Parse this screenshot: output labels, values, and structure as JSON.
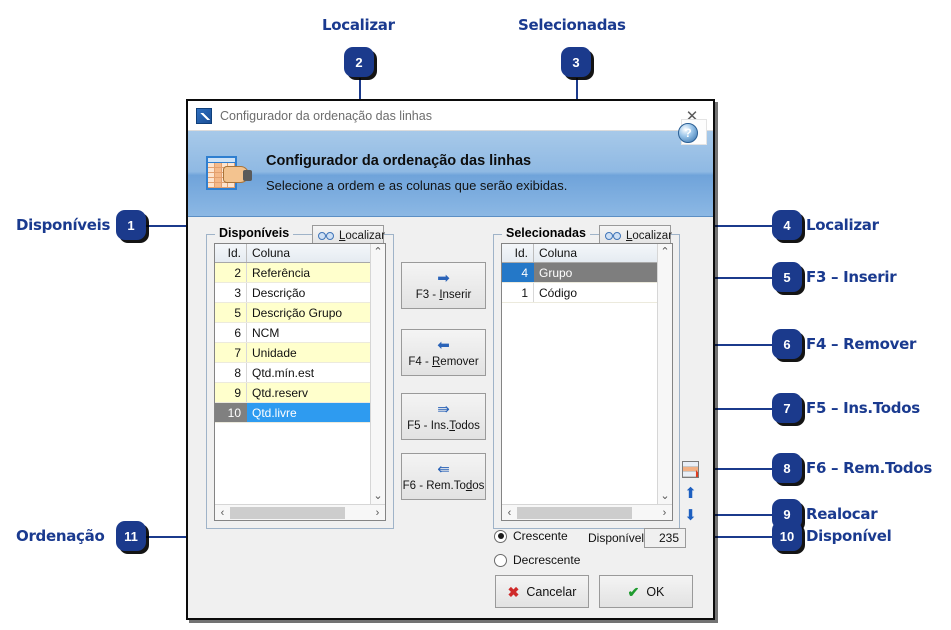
{
  "window": {
    "titlebar_text": "Configurador da ordenação das linhas",
    "title_icon": "chart-app-icon",
    "close_icon": "✕",
    "help_icon": "?"
  },
  "banner": {
    "icon": "grid-hand-icon",
    "title": "Configurador da ordenação das linhas",
    "subtitle": "Selecione a ordem e as colunas que serão exibidas."
  },
  "available": {
    "legend": "Disponíveis",
    "find_label_pre": "L",
    "find_label_post": "ocalizar",
    "find_icon": "glasses-icon",
    "columns": [
      "Id.",
      "Coluna"
    ],
    "rows": [
      {
        "id": "2",
        "col": "Referência",
        "state": "alt"
      },
      {
        "id": "3",
        "col": "Descrição",
        "state": "plain"
      },
      {
        "id": "5",
        "col": "Descrição Grupo",
        "state": "alt"
      },
      {
        "id": "6",
        "col": "NCM",
        "state": "plain"
      },
      {
        "id": "7",
        "col": "Unidade",
        "state": "alt"
      },
      {
        "id": "8",
        "col": "Qtd.mín.est",
        "state": "plain"
      },
      {
        "id": "9",
        "col": "Qtd.reserv",
        "state": "alt"
      },
      {
        "id": "10",
        "col": "Qtd.livre",
        "state": "sel-blue"
      }
    ],
    "scroll_up": "⌃",
    "scroll_down": "⌄",
    "scroll_left": "‹",
    "scroll_right": "›"
  },
  "selected": {
    "legend": "Selecionadas",
    "find_label_pre": "L",
    "find_label_post": "ocalizar",
    "find_icon": "glasses-icon",
    "columns": [
      "Id.",
      "Coluna"
    ],
    "rows": [
      {
        "id": "4",
        "col": "Grupo",
        "state": "sel-gray"
      },
      {
        "id": "1",
        "col": "Código",
        "state": "plain"
      }
    ],
    "scroll_up": "⌃",
    "scroll_down": "⌄",
    "scroll_left": "‹",
    "scroll_right": "›"
  },
  "transfer_buttons": [
    {
      "name": "insert",
      "icon": "arrow-right-icon",
      "glyph": "➡",
      "pre": "F3 - ",
      "mid": "I",
      "post": "nserir"
    },
    {
      "name": "remove",
      "icon": "arrow-left-icon",
      "glyph": "⬅",
      "pre": "F4 - ",
      "mid": "R",
      "post": "emover"
    },
    {
      "name": "insert-all",
      "icon": "double-arrow-right-icon",
      "glyph": "⇛",
      "pre": "F5 - Ins.",
      "mid": "T",
      "post": "odos"
    },
    {
      "name": "remove-all",
      "icon": "double-arrow-left-icon",
      "glyph": "⇚",
      "pre": "F6 - Rem.To",
      "mid": "d",
      "post": "os"
    }
  ],
  "relocate": {
    "grid_icon": "grid-delete-icon",
    "up_icon": "arrow-up-icon",
    "up_glyph": "⬆",
    "down_icon": "arrow-down-icon",
    "down_glyph": "⬇"
  },
  "order": {
    "ascending": "Crescente",
    "descending": "Decrescente",
    "ascending_selected": true
  },
  "available_count": {
    "label": "Disponível",
    "value": "235"
  },
  "footer": {
    "cancel_label": "Cancelar",
    "cancel_icon": "red-x-icon",
    "cancel_glyph": "✖",
    "ok_label": "OK",
    "ok_icon": "green-check-icon",
    "ok_glyph": "✔"
  },
  "callouts": [
    {
      "n": "1",
      "label": "Disponíveis"
    },
    {
      "n": "2",
      "label": "Localizar"
    },
    {
      "n": "3",
      "label": "Selecionadas"
    },
    {
      "n": "4",
      "label": "Localizar"
    },
    {
      "n": "5",
      "label": "F3 – Inserir"
    },
    {
      "n": "6",
      "label": "F4 – Remover"
    },
    {
      "n": "7",
      "label": "F5 – Ins.Todos"
    },
    {
      "n": "8",
      "label": "F6 – Rem.Todos"
    },
    {
      "n": "9",
      "label": "Realocar"
    },
    {
      "n": "10",
      "label": "Disponível"
    },
    {
      "n": "11",
      "label": "Ordenação"
    }
  ]
}
